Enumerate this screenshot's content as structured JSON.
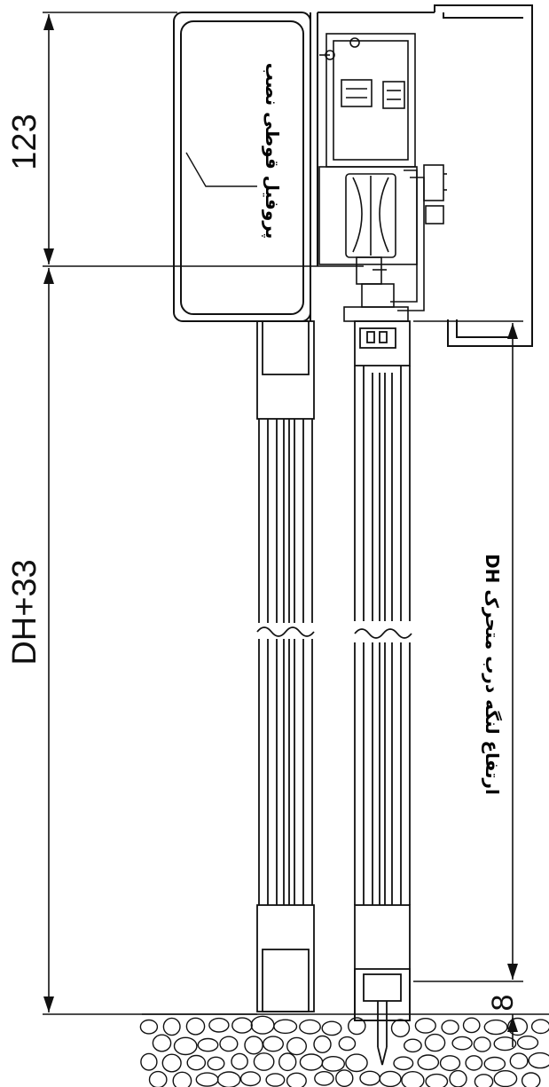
{
  "dimensions": {
    "top_height": "123",
    "total_height": "DH+33",
    "floor_gap": "8"
  },
  "labels": {
    "box_profile": "پروفیل قوطی نصب",
    "door_height": "ارتفاع لنگه درب متحرک DH"
  },
  "colors": {
    "line": "#111111",
    "background": "#ffffff"
  }
}
